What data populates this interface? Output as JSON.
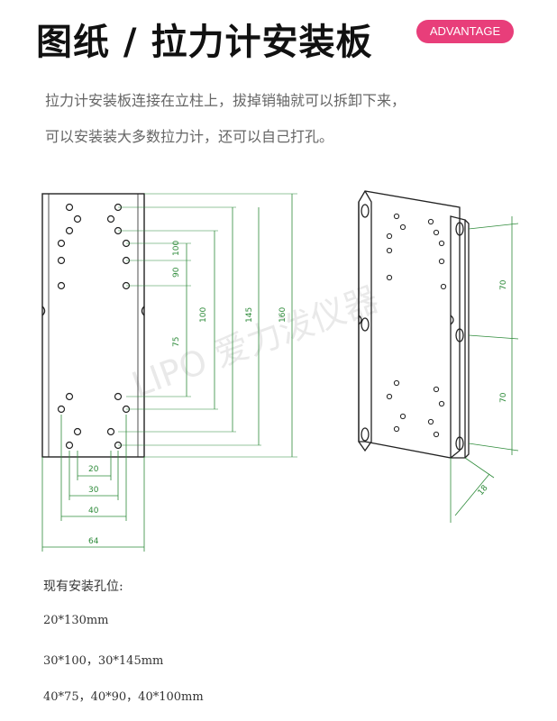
{
  "header": {
    "title": "图纸 / 拉力计安装板",
    "badge": "ADVANTAGE"
  },
  "description": {
    "line1": "拉力计安装板连接在立柱上，拔掉销轴就可以拆卸下来，",
    "line2": "可以安装装大多数拉力计，还可以自己打孔。"
  },
  "drawing": {
    "left_dims": {
      "bottom": [
        "20",
        "30",
        "40",
        "64"
      ],
      "right": [
        "100",
        "90",
        "100",
        "75",
        "145",
        "160"
      ]
    },
    "right_dims": [
      "70",
      "70",
      "18"
    ],
    "watermark": "LIPO 爱力泼仪器"
  },
  "holes": {
    "title": "现有安装孔位:",
    "specs": [
      "20*130mm",
      "30*100，30*145mm",
      "40*75，40*90，40*100mm"
    ]
  },
  "colors": {
    "accent": "#e83e7a",
    "dim_green": "#2e8b3a",
    "line": "#222222"
  }
}
